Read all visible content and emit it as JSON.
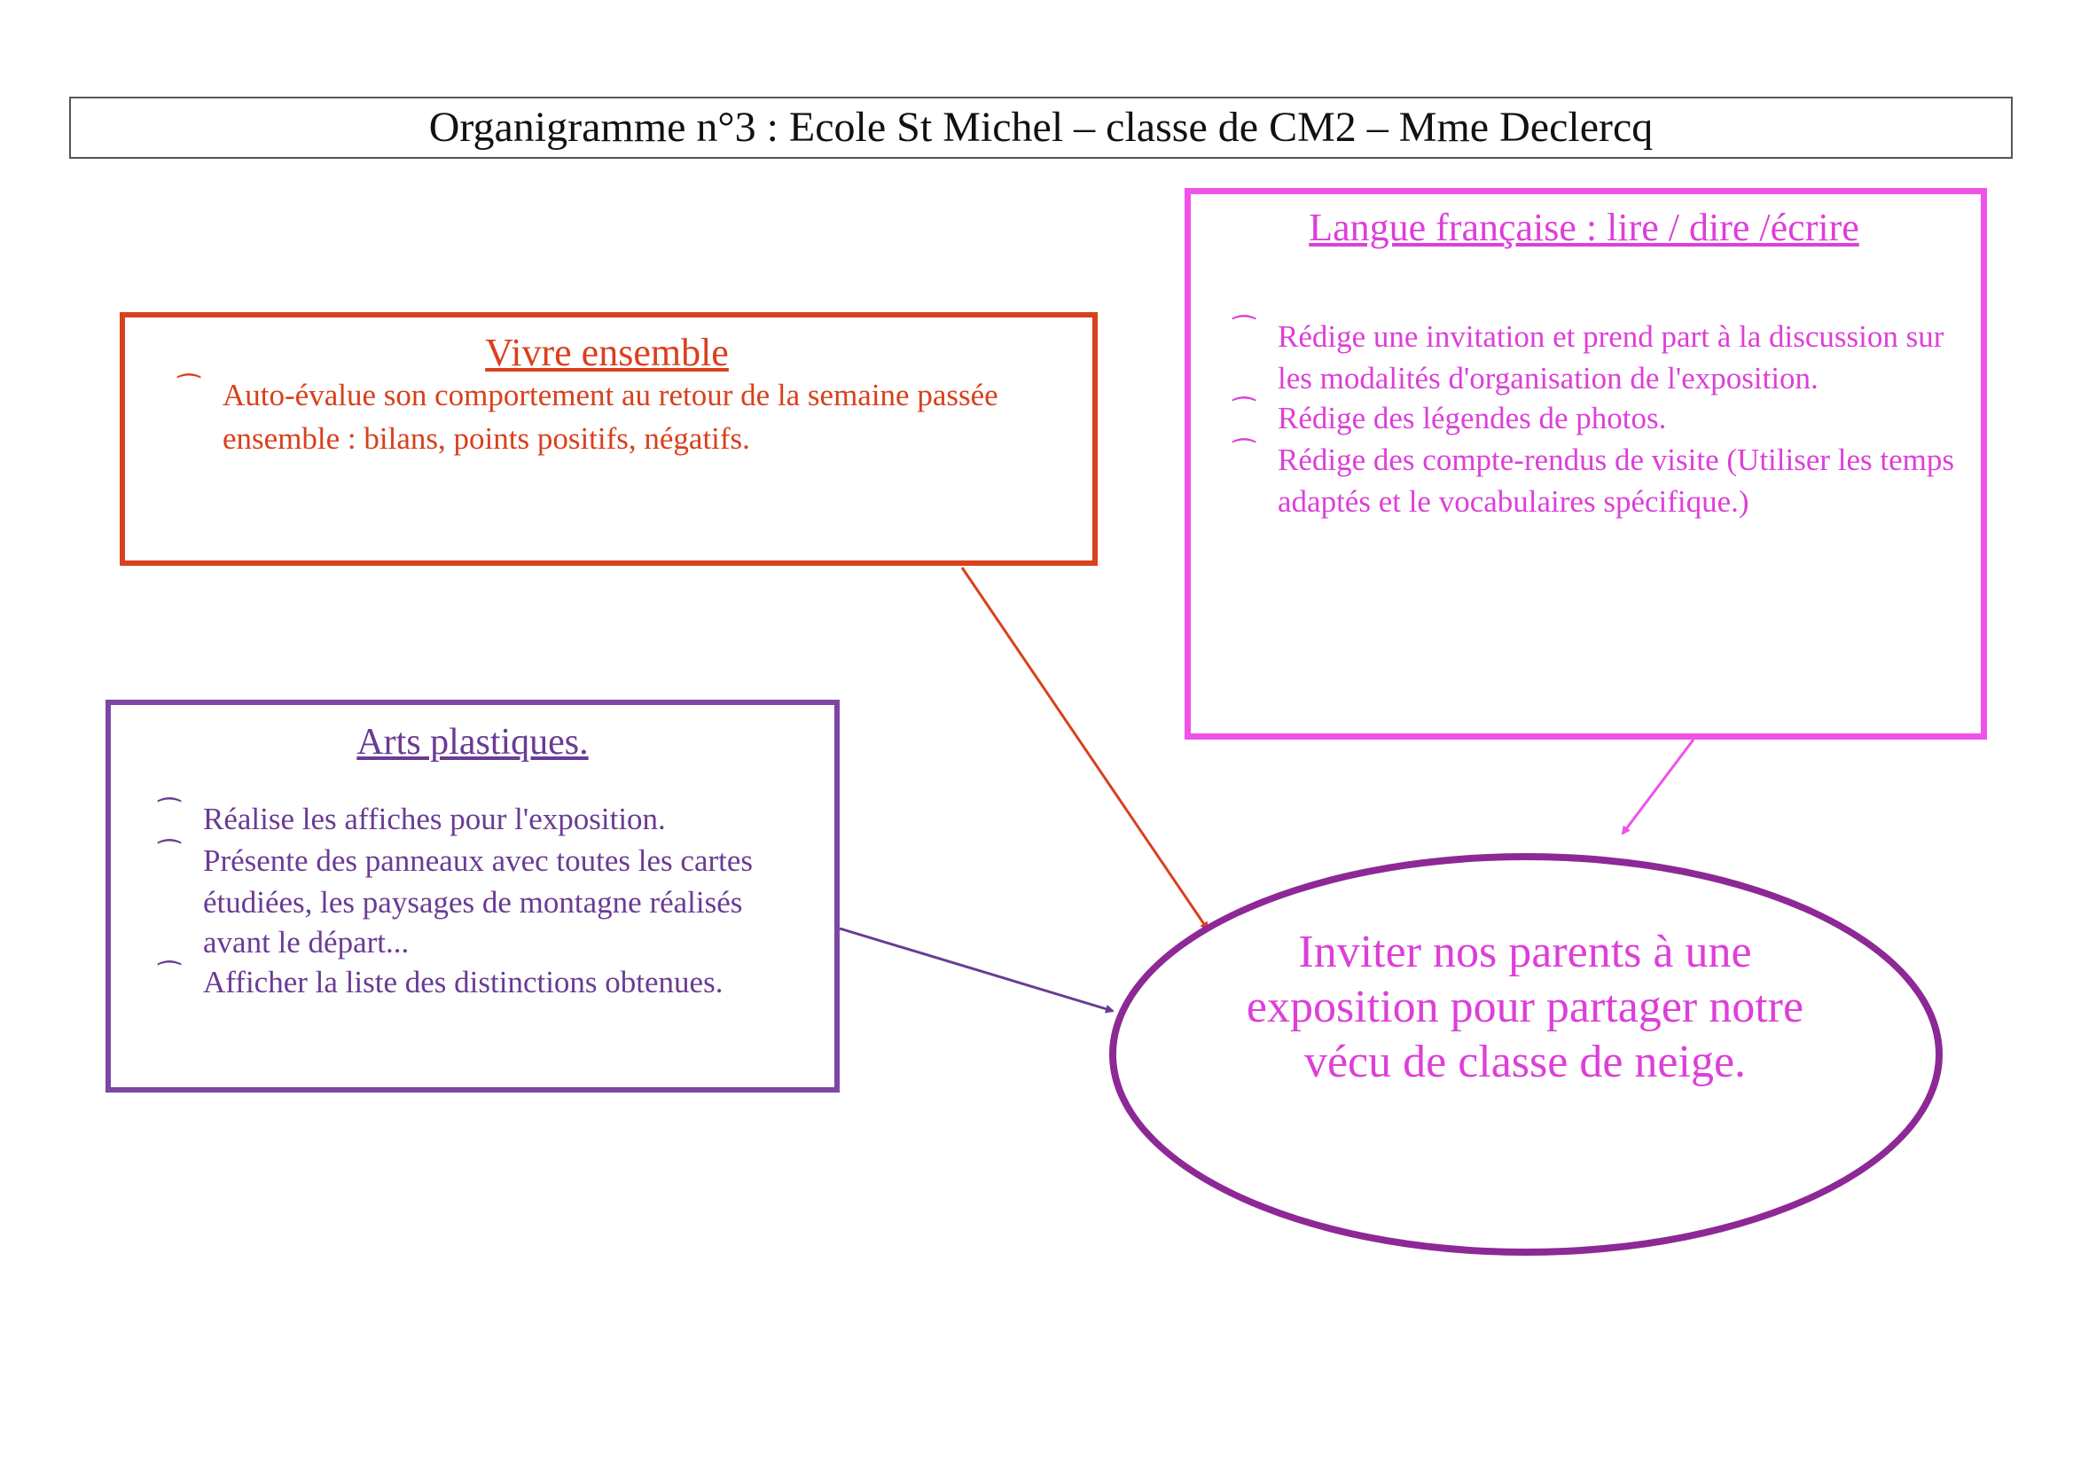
{
  "title": "Organigramme n°3 : Ecole St Michel – classe de CM2 – Mme Declercq",
  "bullet_glyph": "⁀",
  "boxes": {
    "vivre": {
      "heading": "Vivre ensemble",
      "color": "#d9401c",
      "items": [
        "Auto-évalue son comportement au retour de la semaine passée ensemble : bilans, points positifs, négatifs."
      ]
    },
    "arts": {
      "heading": "Arts plastiques.",
      "color": "#7d46a5",
      "items": [
        "Réalise les affiches pour l'exposition.",
        "Présente des panneaux avec toutes les cartes étudiées, les paysages de montagne réalisés avant le départ...",
        "Afficher la liste des distinctions obtenues."
      ]
    },
    "langue": {
      "heading": "Langue française : lire / dire /écrire",
      "color": "#ee52e8",
      "items": [
        "Rédige une invitation et prend part à la discussion sur les modalités d'organisation de l'exposition.",
        "Rédige des légendes de photos.",
        "Rédige des compte-rendus de visite (Utiliser les temps adaptés et le vocabulaires spécifique.)"
      ]
    }
  },
  "center": {
    "text": "Inviter nos parents à une exposition pour partager notre vécu de classe de neige.",
    "border_color": "#8e2896",
    "text_color": "#dd3fd8"
  },
  "edges": [
    {
      "from": "vivre",
      "to": "center",
      "color": "#d9401c"
    },
    {
      "from": "arts",
      "to": "center",
      "color": "#6a3b94"
    },
    {
      "from": "langue",
      "to": "center",
      "color": "#ee52e8"
    }
  ]
}
